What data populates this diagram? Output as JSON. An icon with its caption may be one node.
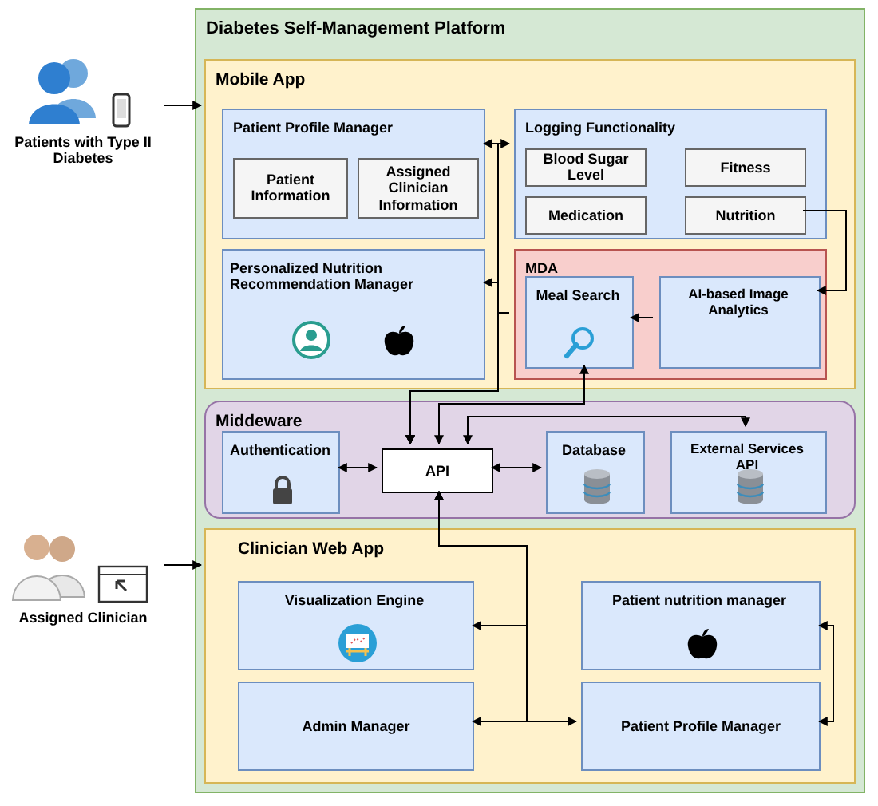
{
  "diagram": {
    "nodes": [
      {
        "text": [
          "Diabetes Self-Management Platform"
        ]
      },
      {
        "text": [
          "Mobile App"
        ],
        "in": 0
      },
      {
        "text": [
          "Patient Profile Manager"
        ],
        "in": 1
      },
      {
        "text": [
          "Patient Information"
        ],
        "in": 2
      },
      {
        "text": [
          "Assigned Clinician Information"
        ],
        "in": 2
      },
      {
        "text": [
          "Logging Functionality"
        ],
        "in": 1
      },
      {
        "text": [
          "Blood Sugar Level"
        ],
        "in": 5
      },
      {
        "text": [
          "Fitness"
        ],
        "in": 5
      },
      {
        "text": [
          "Medication"
        ],
        "in": 5
      },
      {
        "text": [
          "Nutrition"
        ],
        "in": 5
      },
      {
        "text": [
          "Personalized Nutrition Recommendation Manager"
        ],
        "in": 1
      },
      {
        "text": [
          "MDA"
        ],
        "in": 1
      },
      {
        "text": [
          "Meal Search"
        ],
        "in": 11
      },
      {
        "text": [
          "AI-based Image Analytics"
        ],
        "in": 11
      },
      {
        "text": [
          "Middeware"
        ],
        "in": 0
      },
      {
        "text": [
          "Authentication"
        ],
        "in": 14
      },
      {
        "text": [
          "API"
        ],
        "in": 14
      },
      {
        "text": [
          "Database"
        ],
        "in": 14
      },
      {
        "text": [
          "External Services API"
        ],
        "in": 14
      },
      {
        "text": [
          "Clinician Web App"
        ],
        "in": 0
      },
      {
        "text": [
          "Visualization Engine"
        ],
        "in": 19
      },
      {
        "text": [
          "Patient nutrition manager"
        ],
        "in": 19
      },
      {
        "text": [
          "Admin Manager"
        ],
        "in": 19
      },
      {
        "text": [
          "Patient Profile Manager"
        ],
        "in": 19
      },
      {
        "text": [
          "Patients with Type II Diabetes"
        ]
      },
      {
        "text": [
          "Assigned Clinician"
        ]
      }
    ],
    "edges": [
      {
        "from": 24,
        "to": 1,
        "arrow": "to"
      },
      {
        "from": 25,
        "to": 19,
        "arrow": "to"
      },
      {
        "from": 16,
        "to": 2,
        "arrow": "both"
      },
      {
        "from": 16,
        "to": 5,
        "arrow": "both"
      },
      {
        "from": 16,
        "to": 10,
        "arrow": "both"
      },
      {
        "from": 11,
        "to": 16,
        "arrow": "to"
      },
      {
        "from": 16,
        "to": 12,
        "arrow": "both"
      },
      {
        "from": 16,
        "to": 18,
        "arrow": "both"
      },
      {
        "from": 15,
        "to": 16,
        "arrow": "both"
      },
      {
        "from": 16,
        "to": 17,
        "arrow": "both"
      },
      {
        "from": 9,
        "to": 13,
        "arrow": "to"
      },
      {
        "from": 13,
        "to": 12,
        "arrow": "to"
      },
      {
        "from": 16,
        "to": 20,
        "arrow": "both"
      },
      {
        "from": 16,
        "to": 22,
        "arrow": "both"
      },
      {
        "from": 16,
        "to": 23,
        "arrow": "both"
      },
      {
        "from": 21,
        "to": 23,
        "arrow": "both"
      }
    ]
  }
}
